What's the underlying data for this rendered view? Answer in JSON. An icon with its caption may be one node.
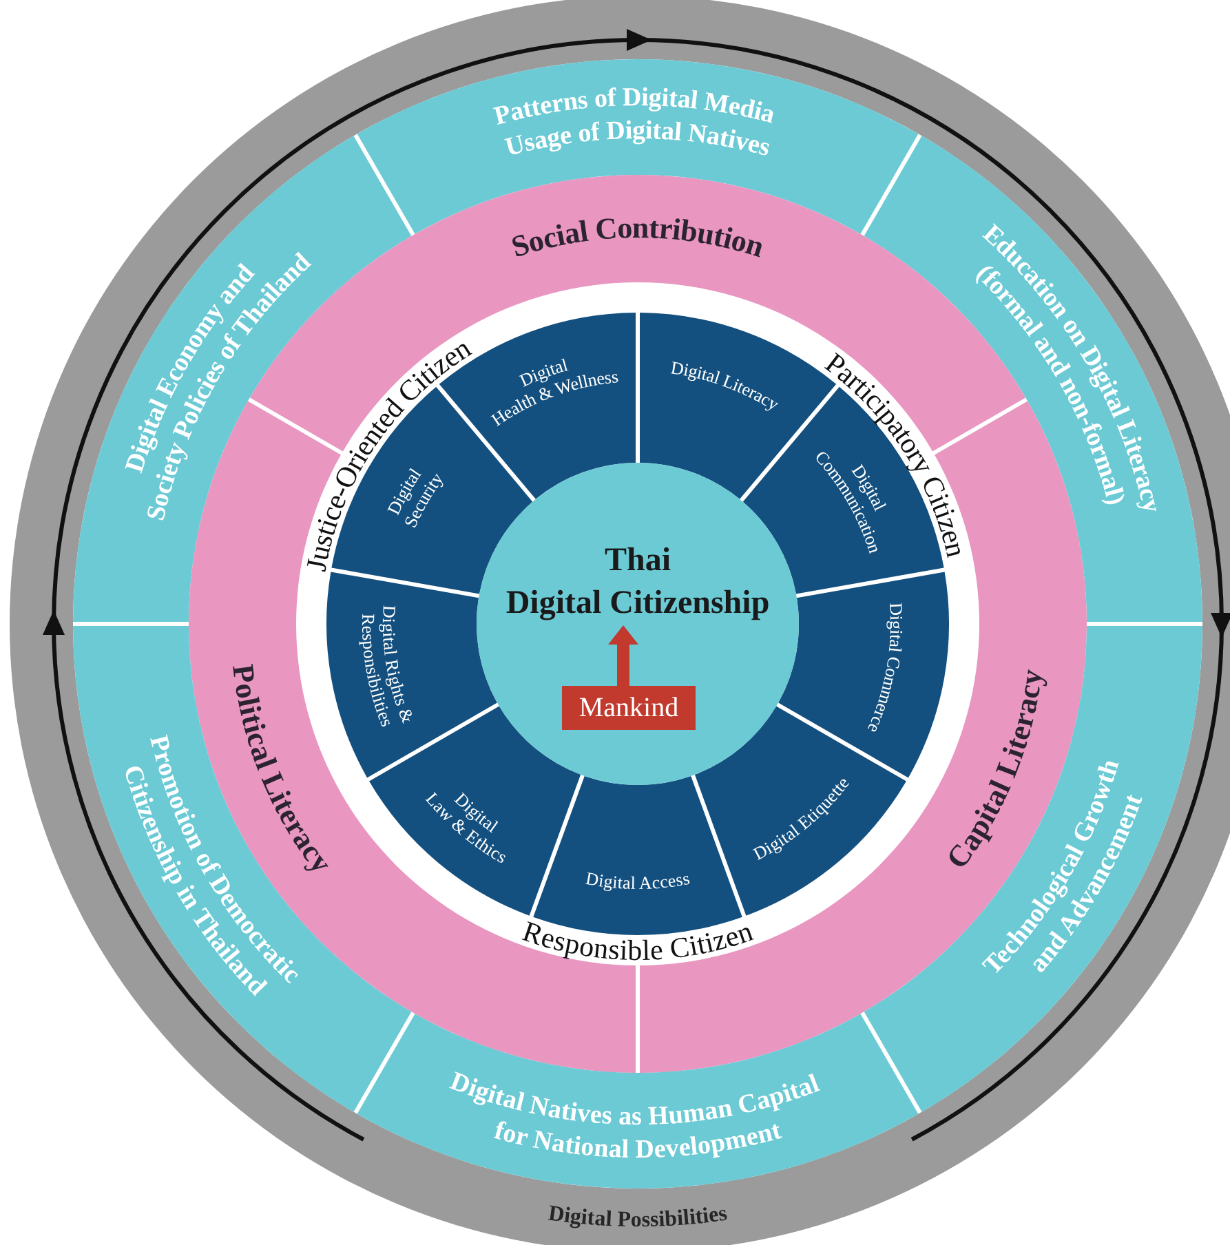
{
  "diagram": {
    "nodes": [
      {
        "text": [
          "Patterns of Digital Media Usage of Digital Natives"
        ]
      },
      {
        "text": [
          "Digital Economy and Society Policies of Thailand"
        ]
      },
      {
        "text": [
          "Education on Digital Literacy (formal and non-formal)"
        ]
      },
      {
        "text": [
          "Social Contribution"
        ]
      },
      {
        "text": [
          "Political Literacy"
        ]
      },
      {
        "text": [
          "Capital Literacy"
        ]
      },
      {
        "text": [
          "Technological Growth and Advancement"
        ]
      },
      {
        "text": [
          "Promotion of Democratic Citizenship in Thailand"
        ]
      },
      {
        "text": [
          "Digital Natives as Human Capital for National Development"
        ]
      },
      {
        "text": [],
        "shape": "circle"
      },
      {
        "text": [
          "Thai Digital Citizenship"
        ],
        "in": 9
      },
      {
        "text": [
          "Mankind"
        ],
        "in": 9
      },
      {
        "text": [
          "Digital Health & Wellness"
        ]
      },
      {
        "text": [
          "Digital Literacy"
        ]
      },
      {
        "text": [
          "Digital Security"
        ]
      },
      {
        "text": [
          "Digital Communication"
        ]
      },
      {
        "text": [
          "Digital Rights & Responsibilities"
        ]
      },
      {
        "text": [
          "Digital Commerce"
        ]
      },
      {
        "text": [
          "Digital Law & Ethics"
        ]
      },
      {
        "text": [
          "Digital Etiquette"
        ]
      },
      {
        "text": [
          "Digital Access"
        ]
      }
    ],
    "edges": [
      {
        "from": 11,
        "to": 10,
        "arrow": "to"
      }
    ],
    "labels": [
      "Justice-Oriented Citizen",
      "Participatory Citizen",
      "Responsible Citizen",
      "Digital Possibilities"
    ]
  }
}
